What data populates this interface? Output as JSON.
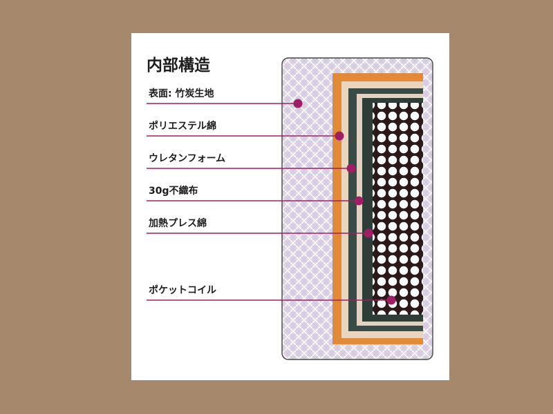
{
  "title": "内部構造",
  "layers": [
    {
      "label": "表面: 竹炭生地"
    },
    {
      "label": "ポリエステル綿"
    },
    {
      "label": "ウレタンフォーム"
    },
    {
      "label": "30g不織布"
    },
    {
      "label": "加熱プレス綿"
    },
    {
      "label": "ポケットコイル"
    }
  ],
  "colors": {
    "background": "#a6896c",
    "card": "#ffffff",
    "leader_line": "#9e1f63",
    "fabric": "#ddd2e4",
    "fabric_pattern": "#ffffff",
    "orange_layer": "#e08a3a",
    "beige_layer": "#ead6bf",
    "dark_layer": "#3a4a44",
    "coil_bg": "#2a1a1a"
  }
}
